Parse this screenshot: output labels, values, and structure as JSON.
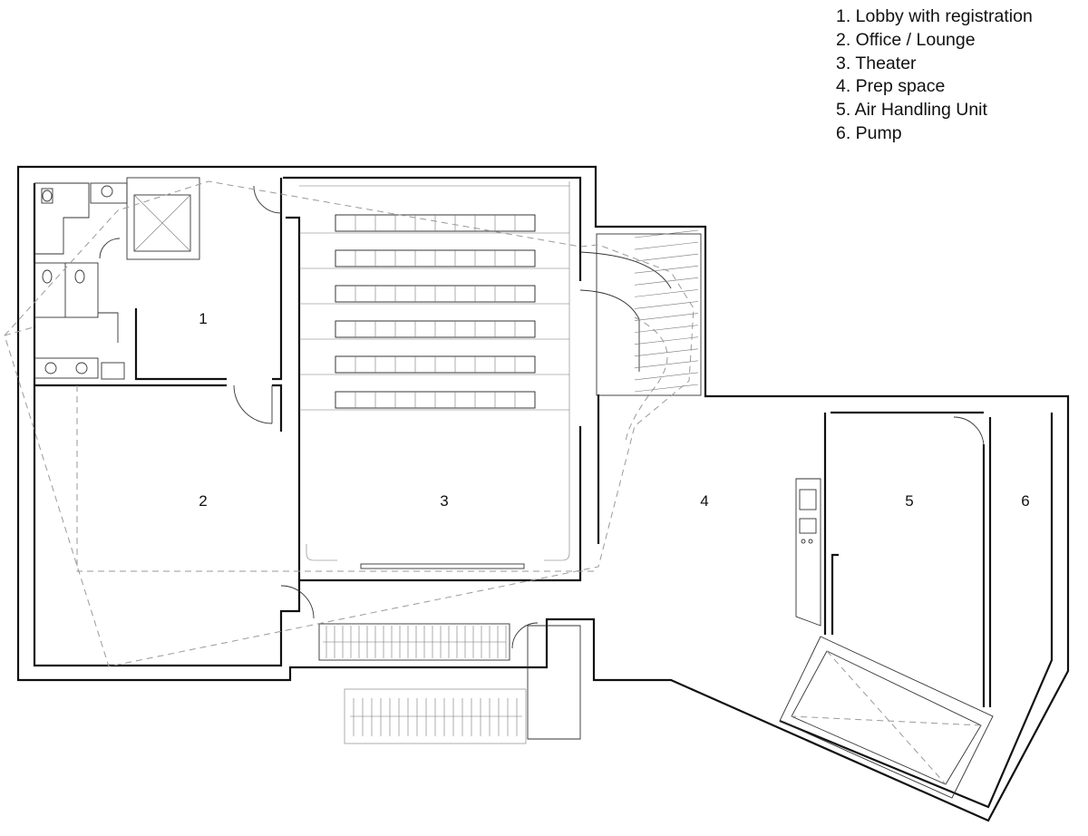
{
  "legend": {
    "items": [
      "1. Lobby with registration",
      "2. Office / Lounge",
      "3. Theater",
      "4. Prep space",
      "5. Air Handling Unit",
      "6. Pump"
    ]
  },
  "rooms": {
    "r1": "1",
    "r2": "2",
    "r3": "3",
    "r4": "4",
    "r5": "5",
    "r6": "6"
  }
}
